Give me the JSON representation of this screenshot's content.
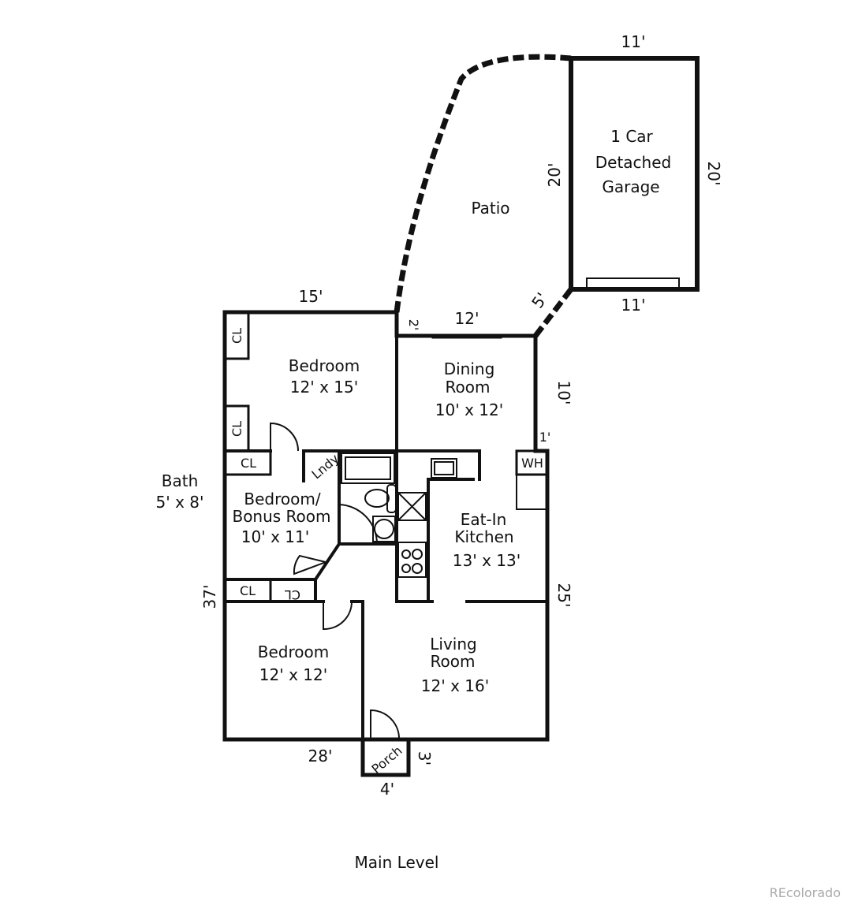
{
  "floor_label": "Main Level",
  "watermark": "REcolorado",
  "rooms": {
    "bedroom1": {
      "name": "Bedroom",
      "size": "12' x 15'"
    },
    "dining": {
      "name1": "Dining",
      "name2": "Room",
      "size": "10' x 12'"
    },
    "bonus": {
      "name1": "Bedroom/",
      "name2": "Bonus Room",
      "size": "10' x 11'"
    },
    "bath": {
      "name": "Bath",
      "size": "5' x 8'"
    },
    "kitchen": {
      "name1": "Eat-In",
      "name2": "Kitchen",
      "size": "13' x 13'"
    },
    "bedroom2": {
      "name": "Bedroom",
      "size": "12' x 12'"
    },
    "living": {
      "name1": "Living",
      "name2": "Room",
      "size": "12' x 16'"
    },
    "patio": {
      "name": "Patio"
    },
    "garage": {
      "name1": "1 Car",
      "name2": "Detached",
      "name3": "Garage"
    },
    "porch": {
      "name": "Porch"
    }
  },
  "fixtures": {
    "closet": "CL",
    "laundry": "Lndy",
    "water_heater": "WH"
  },
  "dimensions": {
    "garage_top": "11'",
    "garage_bottom": "11'",
    "garage_right": "20'",
    "patio_side": "20'",
    "patio_diag": "5'",
    "patio_bottom": "12'",
    "patio_small": "2'",
    "house_top": "15'",
    "dining_right": "10'",
    "step": "1'",
    "right": "25'",
    "left": "37'",
    "bottom": "28'",
    "porch_width": "4'",
    "porch_depth": "3'"
  }
}
